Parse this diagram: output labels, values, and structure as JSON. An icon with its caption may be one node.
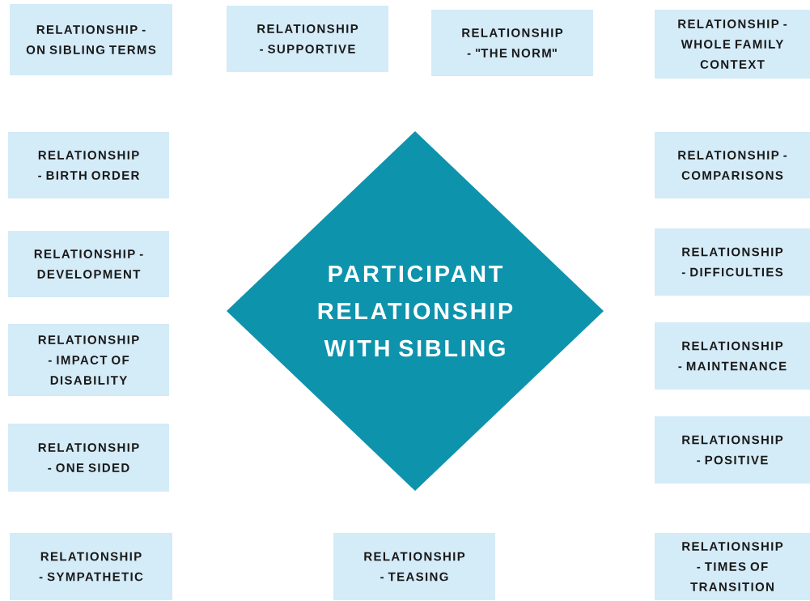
{
  "diagram": {
    "nodes": [
      {
        "text": [
          "RELATIONSHIP - ON SIBLING TERMS"
        ]
      },
      {
        "text": [
          "RELATIONSHIP - SUPPORTIVE"
        ]
      },
      {
        "text": [
          "RELATIONSHIP - \"THE NORM\""
        ]
      },
      {
        "text": [
          "RELATIONSHIP - WHOLE FAMILY CONTEXT"
        ]
      },
      {
        "text": [
          "RELATIONSHIP - BIRTH ORDER"
        ]
      },
      {
        "text": [
          "RELATIONSHIP - COMPARISONS"
        ]
      },
      {
        "text": [
          "PARTICIPANT RELATIONSHIP WITH SIBLING"
        ]
      },
      {
        "text": [
          "RELATIONSHIP - DEVELOPMENT"
        ]
      },
      {
        "text": [
          "RELATIONSHIP - DIFFICULTIES"
        ]
      },
      {
        "text": [
          "RELATIONSHIP - IMPACT OF DISABILITY"
        ]
      },
      {
        "text": [
          "RELATIONSHIP - MAINTENANCE"
        ]
      },
      {
        "text": [
          "RELATIONSHIP - ONE SIDED"
        ]
      },
      {
        "text": [
          "RELATIONSHIP - POSITIVE"
        ]
      },
      {
        "text": [
          "RELATIONSHIP - SYMPATHETIC"
        ]
      },
      {
        "text": [
          "RELATIONSHIP - TEASING"
        ]
      },
      {
        "text": [
          "RELATIONSHIP - TIMES OF TRANSITION"
        ]
      }
    ]
  }
}
